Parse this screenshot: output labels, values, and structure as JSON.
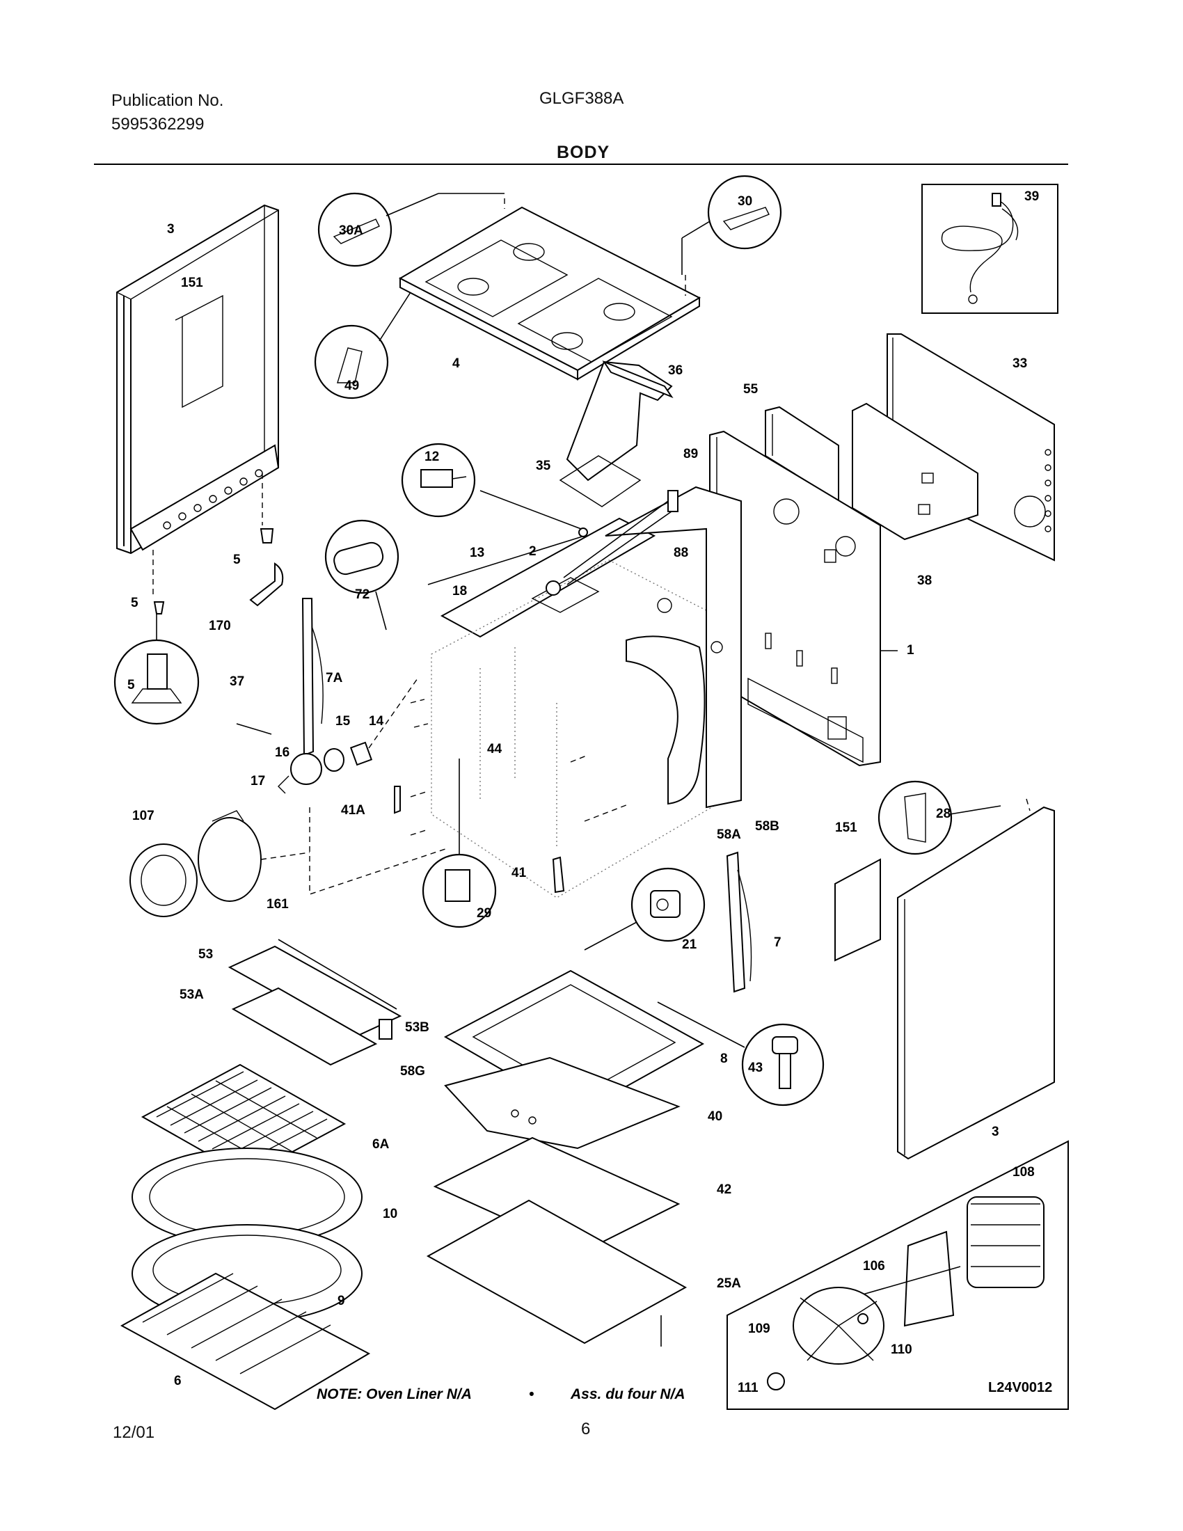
{
  "header": {
    "publication_label": "Publication No.",
    "publication_number": "5995362299",
    "model": "GLGF388A",
    "section": "BODY"
  },
  "parts": [
    {
      "id": "3-left",
      "label": "3"
    },
    {
      "id": "151-left",
      "label": "151"
    },
    {
      "id": "30A",
      "label": "30A"
    },
    {
      "id": "30",
      "label": "30"
    },
    {
      "id": "39",
      "label": "39"
    },
    {
      "id": "4",
      "label": "4"
    },
    {
      "id": "49",
      "label": "49"
    },
    {
      "id": "36",
      "label": "36"
    },
    {
      "id": "33",
      "label": "33"
    },
    {
      "id": "55",
      "label": "55"
    },
    {
      "id": "12",
      "label": "12"
    },
    {
      "id": "35",
      "label": "35"
    },
    {
      "id": "89",
      "label": "89"
    },
    {
      "id": "88",
      "label": "88"
    },
    {
      "id": "38",
      "label": "38"
    },
    {
      "id": "5-a",
      "label": "5"
    },
    {
      "id": "5-b",
      "label": "5"
    },
    {
      "id": "5-c",
      "label": "5"
    },
    {
      "id": "72",
      "label": "72"
    },
    {
      "id": "13",
      "label": "13"
    },
    {
      "id": "2",
      "label": "2"
    },
    {
      "id": "18",
      "label": "18"
    },
    {
      "id": "170",
      "label": "170"
    },
    {
      "id": "1",
      "label": "1"
    },
    {
      "id": "7A",
      "label": "7A"
    },
    {
      "id": "37",
      "label": "37"
    },
    {
      "id": "15",
      "label": "15"
    },
    {
      "id": "14",
      "label": "14"
    },
    {
      "id": "16",
      "label": "16"
    },
    {
      "id": "17",
      "label": "17"
    },
    {
      "id": "44",
      "label": "44"
    },
    {
      "id": "41A",
      "label": "41A"
    },
    {
      "id": "58A",
      "label": "58A"
    },
    {
      "id": "58B",
      "label": "58B"
    },
    {
      "id": "28",
      "label": "28"
    },
    {
      "id": "151-right",
      "label": "151"
    },
    {
      "id": "107",
      "label": "107"
    },
    {
      "id": "161",
      "label": "161"
    },
    {
      "id": "29",
      "label": "29"
    },
    {
      "id": "41",
      "label": "41"
    },
    {
      "id": "21",
      "label": "21"
    },
    {
      "id": "7",
      "label": "7"
    },
    {
      "id": "53",
      "label": "53"
    },
    {
      "id": "53A",
      "label": "53A"
    },
    {
      "id": "53B",
      "label": "53B"
    },
    {
      "id": "58G",
      "label": "58G"
    },
    {
      "id": "8",
      "label": "8"
    },
    {
      "id": "43",
      "label": "43"
    },
    {
      "id": "6A",
      "label": "6A"
    },
    {
      "id": "40",
      "label": "40"
    },
    {
      "id": "3-right",
      "label": "3"
    },
    {
      "id": "10",
      "label": "10"
    },
    {
      "id": "42",
      "label": "42"
    },
    {
      "id": "108",
      "label": "108"
    },
    {
      "id": "106",
      "label": "106"
    },
    {
      "id": "9",
      "label": "9"
    },
    {
      "id": "25A",
      "label": "25A"
    },
    {
      "id": "109",
      "label": "109"
    },
    {
      "id": "110",
      "label": "110"
    },
    {
      "id": "6",
      "label": "6"
    },
    {
      "id": "111",
      "label": "111"
    }
  ],
  "note": {
    "left": "NOTE: Oven Liner N/A",
    "bullet": "•",
    "right": "Ass. du four N/A"
  },
  "diagram_code": "L24V0012",
  "footer": {
    "date": "12/01",
    "page": "6"
  }
}
